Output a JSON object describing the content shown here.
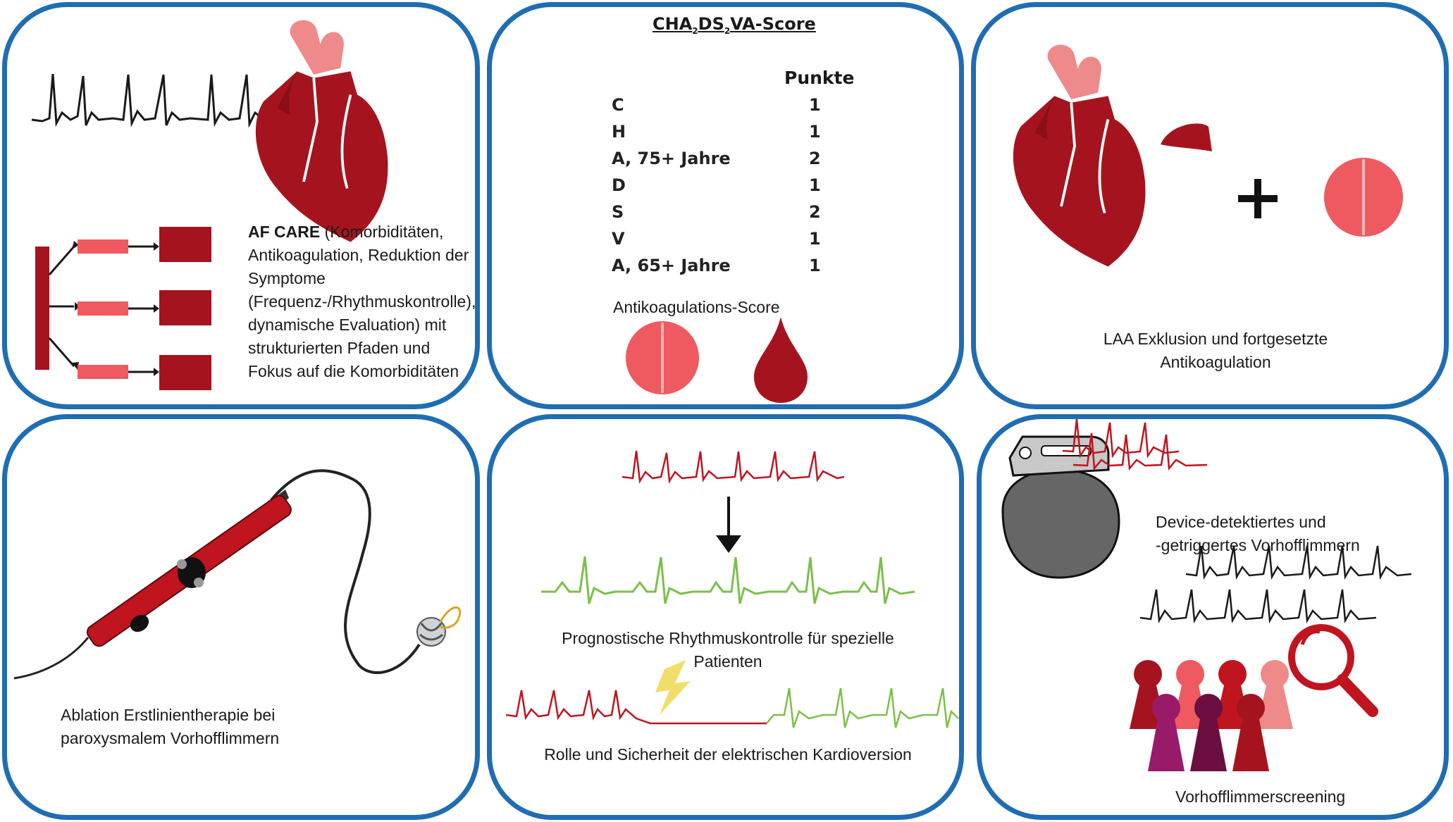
{
  "colors": {
    "border": "#1f6db3",
    "heart_dark": "#a5141e",
    "heart_light": "#ef8a8a",
    "pill": "#ee5a5f",
    "ecg_black": "#1a1a1a",
    "ecg_red": "#c0141e",
    "ecg_green": "#7cbf4a",
    "bolt": "#f2dd6b"
  },
  "panel_af_care": {
    "title": "AF CARE",
    "description": " (Komorbiditäten, Antikoagulation, Reduktion der Symptome (Frequenz-/Rhythmuskontrolle), dynamische Evaluation) mit strukturierten Pfaden und Fokus auf die Komorbiditäten"
  },
  "panel_score": {
    "title_parts": [
      "CHA",
      "2",
      "DS",
      "2",
      "VA-Score"
    ],
    "column_header": "Punkte",
    "rows": [
      {
        "label": "C",
        "points": "1"
      },
      {
        "label": "H",
        "points": "1"
      },
      {
        "label": "A, 75+ Jahre",
        "points": "2"
      },
      {
        "label": "D",
        "points": "1"
      },
      {
        "label": "S",
        "points": "2"
      },
      {
        "label": "V",
        "points": "1"
      },
      {
        "label": "A, 65+ Jahre",
        "points": "1"
      }
    ],
    "footer": "Antikoagulations-Score"
  },
  "panel_laa": {
    "caption_line1": "LAA Exklusion und fortgesetzte",
    "caption_line2": "Antikoagulation"
  },
  "panel_ablation": {
    "caption_line1": "Ablation Erstlinientherapie bei",
    "caption_line2": "paroxysmalem Vorhofflimmern"
  },
  "panel_rhythm": {
    "caption_rhythm_line1": "Prognostische Rhythmuskontrolle für spezielle",
    "caption_rhythm_line2": "Patienten",
    "caption_cardioversion": "Rolle und Sicherheit der elektrischen Kardioversion"
  },
  "panel_screening": {
    "device_line1": "Device-detektiertes und",
    "device_line2": "-getriggertes  Vorhofflimmern",
    "screening_caption": "Vorhofflimmerscreening"
  }
}
